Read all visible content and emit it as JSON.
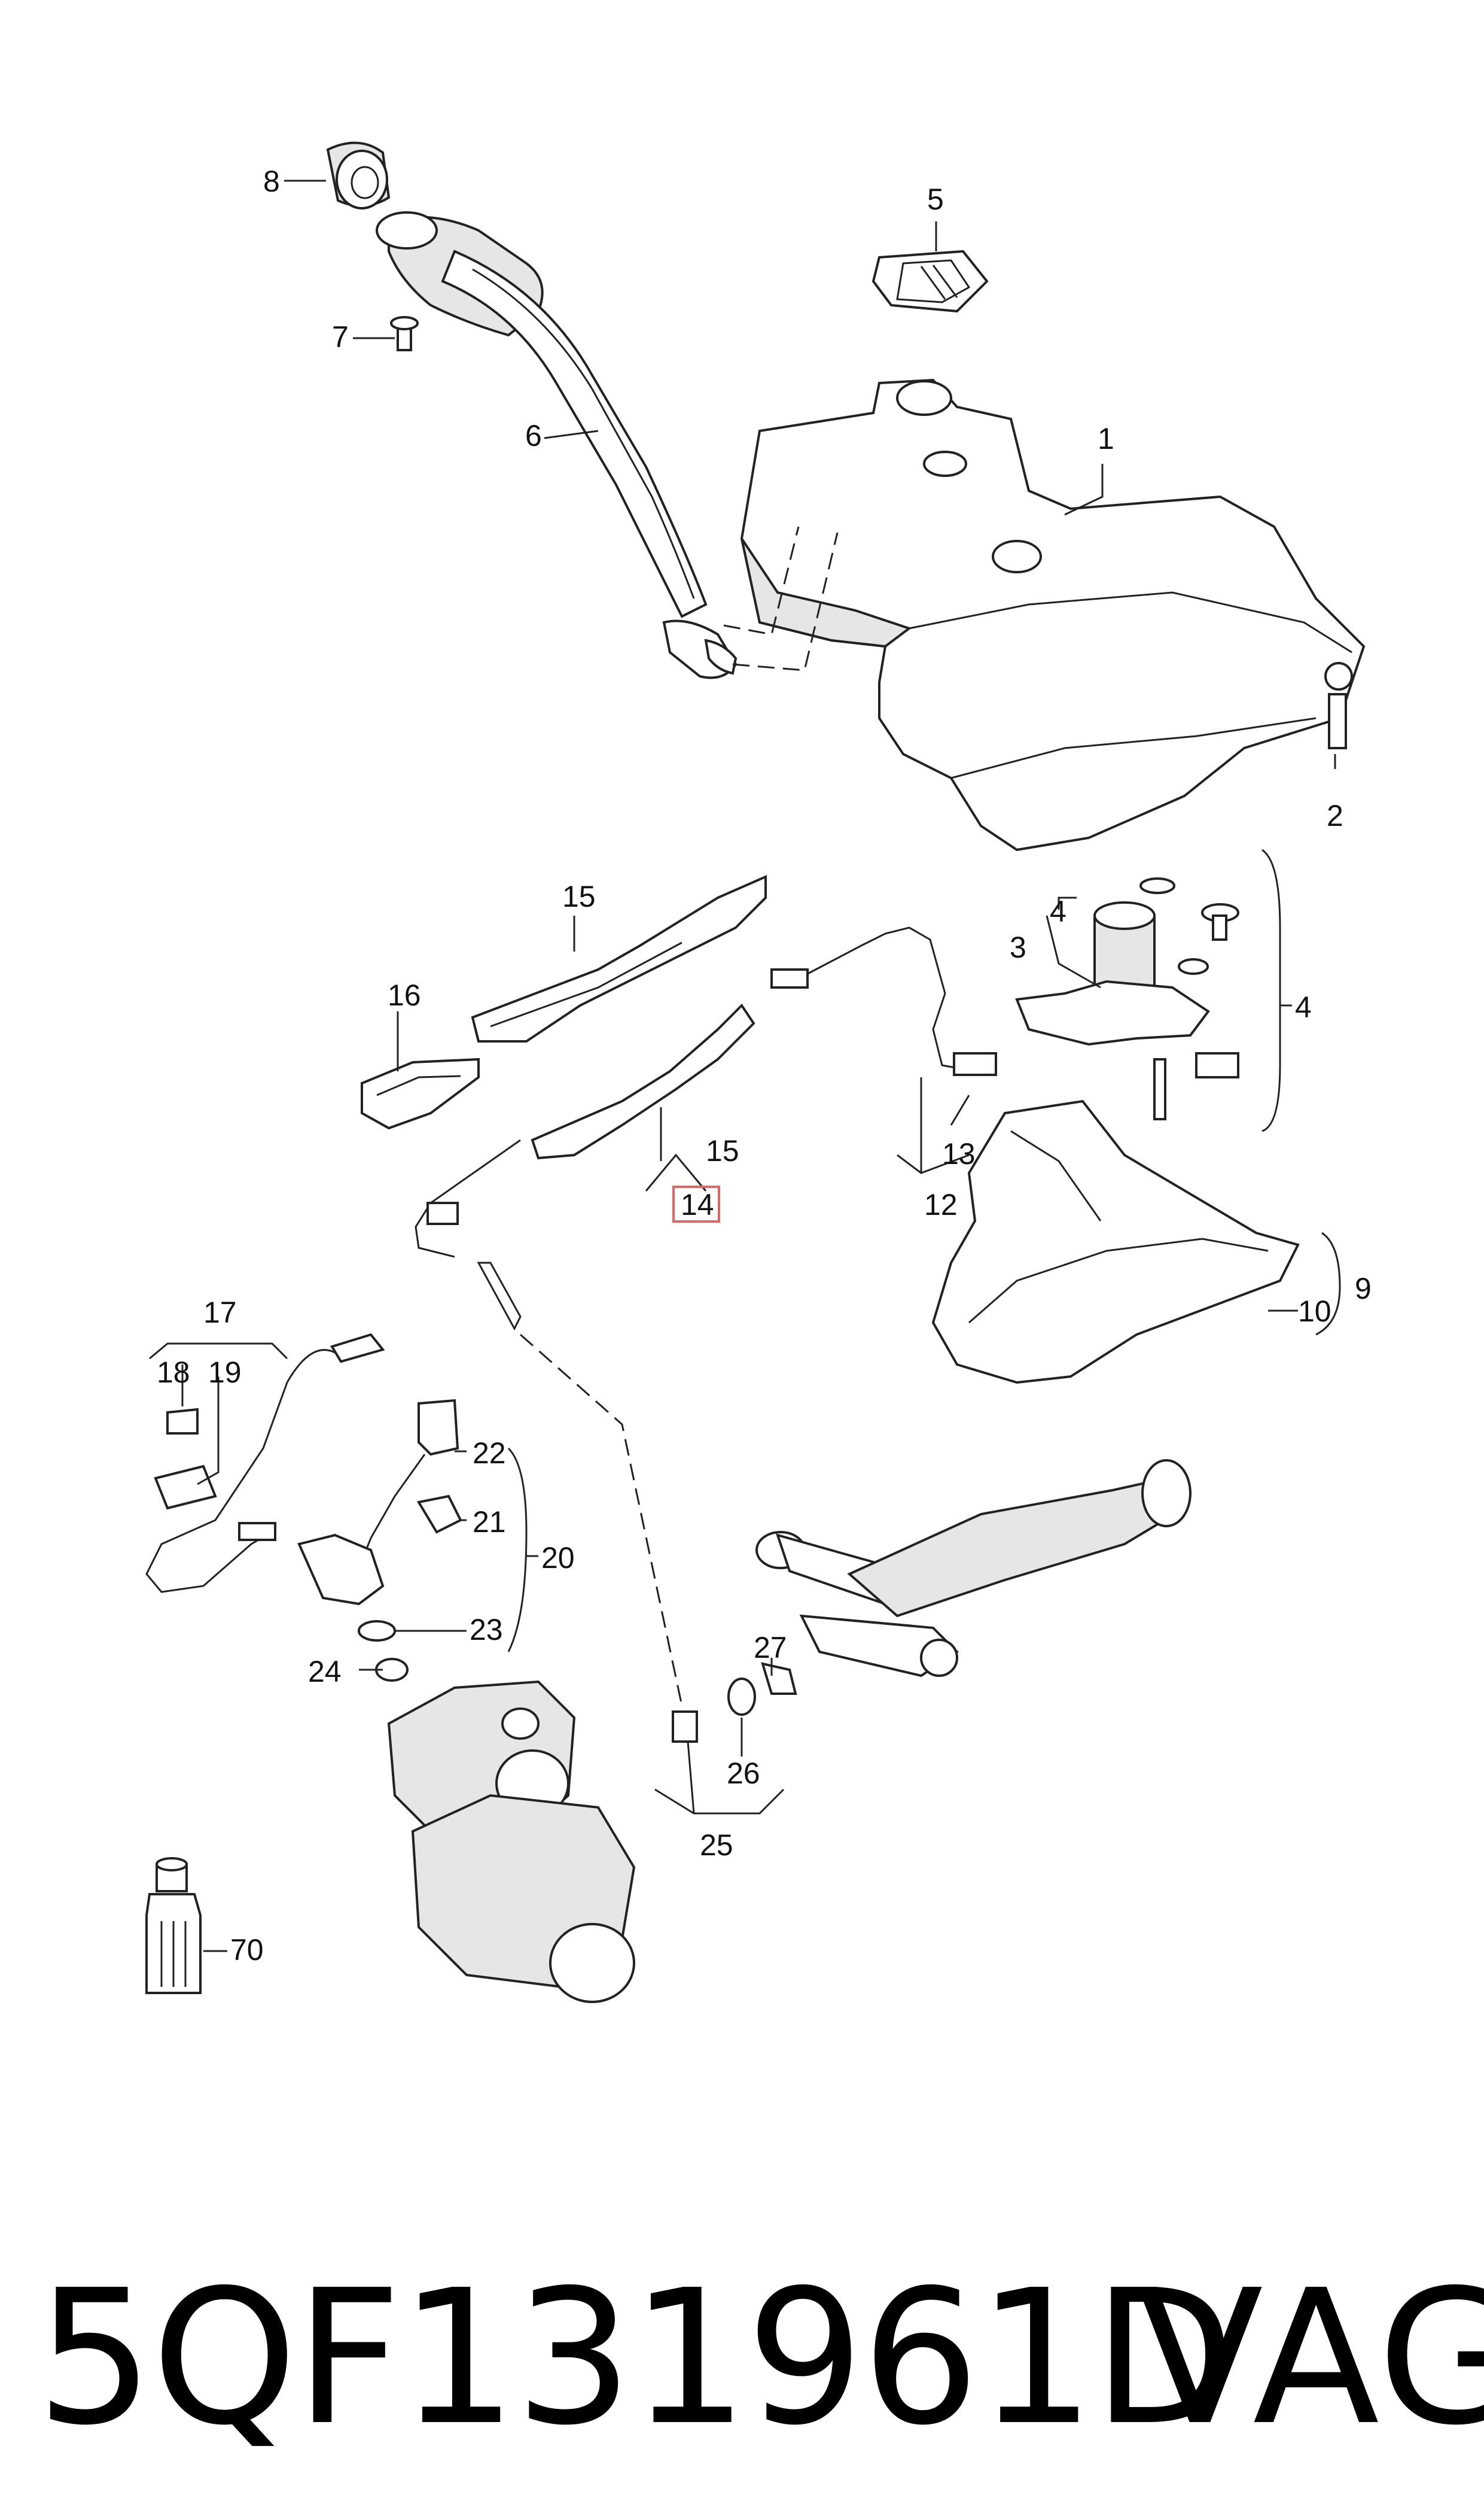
{
  "callouts": {
    "c1": "1",
    "c2": "2",
    "c3": "3",
    "c4a": "4",
    "c4b": "4",
    "c5": "5",
    "c6": "6",
    "c7": "7",
    "c8": "8",
    "c9": "9",
    "c10": "10",
    "c12": "12",
    "c13": "13",
    "c14": "14",
    "c15a": "15",
    "c15b": "15",
    "c16": "16",
    "c17": "17",
    "c18": "18",
    "c19": "19",
    "c20": "20",
    "c21": "21",
    "c22": "22",
    "c23": "23",
    "c24": "24",
    "c25": "25",
    "c26": "26",
    "c27": "27",
    "c70": "70"
  },
  "highlight_color": "#e06666",
  "caption": {
    "part_number": "5QF131961D",
    "brand": "VAG"
  }
}
